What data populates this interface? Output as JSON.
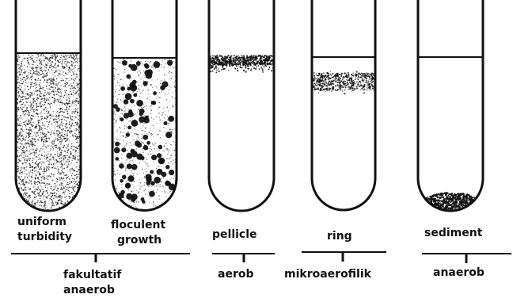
{
  "tubes": [
    {
      "label_line1": "uniform",
      "label_line2": "turbidity",
      "pattern": "uniform turbidity"
    },
    {
      "label_line1": "floculent",
      "label_line2": "growth",
      "pattern": "floculent growth"
    },
    {
      "label_line1": "pellicle",
      "label_line2": "",
      "pattern": "pellicle"
    },
    {
      "label_line1": "ring",
      "label_line2": "",
      "pattern": "ring"
    },
    {
      "label_line1": "sediment",
      "label_line2": "",
      "pattern": "sediment"
    }
  ],
  "groups": [
    {
      "line1": "fakultatif",
      "line2": "anaerob"
    },
    {
      "line1": "aerob",
      "line2": ""
    },
    {
      "line1": "mikroaerofilik",
      "line2": ""
    },
    {
      "line1": "anaerob",
      "line2": ""
    }
  ],
  "colors": {
    "ink": "#111111",
    "background": "#ffffff"
  }
}
